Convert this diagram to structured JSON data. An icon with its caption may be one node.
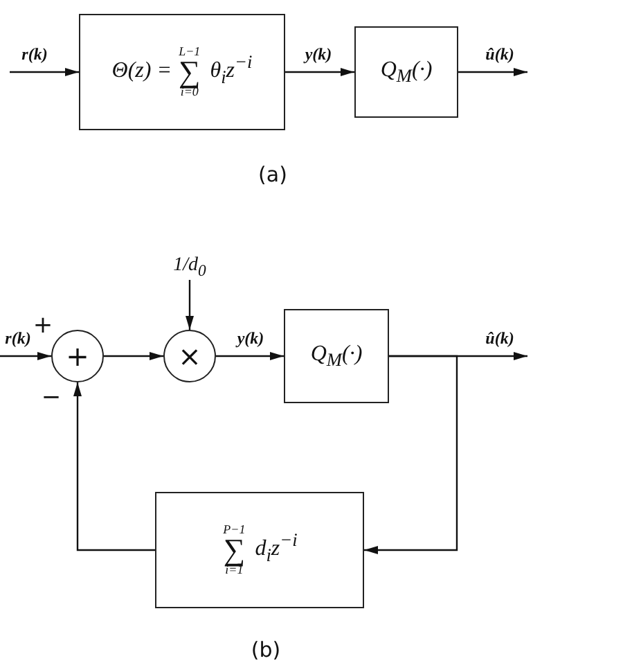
{
  "diagram": {
    "nodes": [
      {
        "text": [
          "Θ(z) = ∑$^{L−1}$$_{i=0}$ θ$_{i}$z$^{−i}$"
        ]
      },
      {
        "text": [
          "Q$_{M}$(·)"
        ]
      },
      {
        "text": [
          "1/d$_{0}$"
        ]
      },
      {
        "text": [
          "+"
        ]
      },
      {
        "text": [
          "×"
        ]
      },
      {
        "text": [
          "Q$_{M}$(·)"
        ]
      },
      {
        "text": [
          "∑$^{P−1}$$_{i=1}$ d$_{i}$z$^{−i}$"
        ]
      }
    ],
    "edges": [
      {
        "from": null,
        "to": 0,
        "arrow": "to",
        "label": "r(k)"
      },
      {
        "from": 0,
        "to": 1,
        "arrow": "to",
        "label": "y(k)"
      },
      {
        "from": 1,
        "to": null,
        "arrow": "to",
        "label": "û(k)"
      },
      {
        "from": 2,
        "to": 4,
        "arrow": "to"
      },
      {
        "from": null,
        "to": 3,
        "arrow": "to",
        "label": "r(k)"
      },
      {
        "from": 3,
        "to": 4,
        "arrow": "to"
      },
      {
        "from": 4,
        "to": 5,
        "arrow": "to",
        "label": "y(k)"
      },
      {
        "from": 5,
        "to": null,
        "arrow": "to",
        "label": "û(k)"
      },
      {
        "from": 5,
        "to": 6,
        "arrow": "to"
      },
      {
        "from": 6,
        "to": 3,
        "arrow": "to"
      }
    ],
    "labels": [
      "(a)",
      "+",
      "−",
      "(b)"
    ]
  }
}
